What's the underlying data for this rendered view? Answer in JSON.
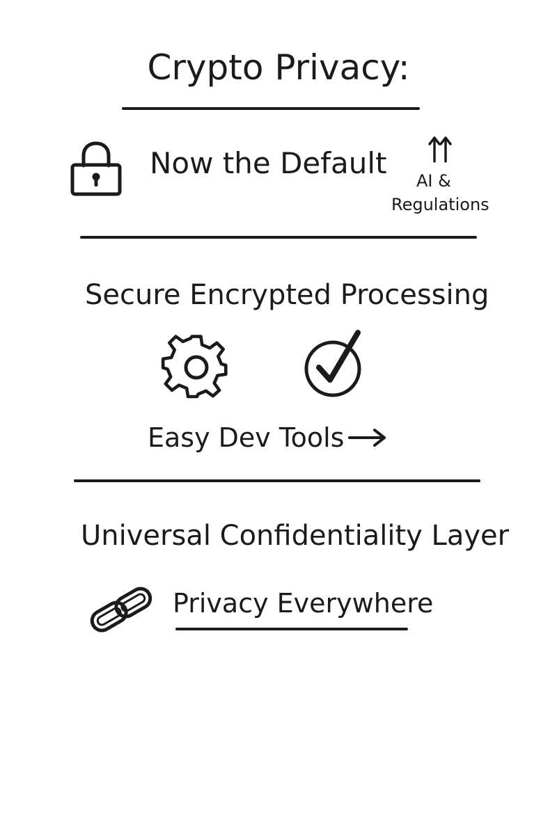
{
  "title": "Crypto Privacy:",
  "section1": {
    "heading": "Now the Default",
    "driver_line1": "AI &",
    "driver_line2": "Regulations",
    "icons": [
      "lock-icon",
      "double-up-arrow-icon"
    ]
  },
  "section2": {
    "heading": "Secure Encrypted Processing",
    "caption": "Easy Dev Tools",
    "icons": [
      "gear-icon",
      "check-circle-icon",
      "right-arrow-icon"
    ]
  },
  "section3": {
    "heading": "Universal Confidentiality Layer",
    "caption": "Privacy Everywhere",
    "icons": [
      "chain-link-icon"
    ]
  },
  "colors": {
    "ink": "#1b1b1b",
    "background": "#ffffff"
  }
}
